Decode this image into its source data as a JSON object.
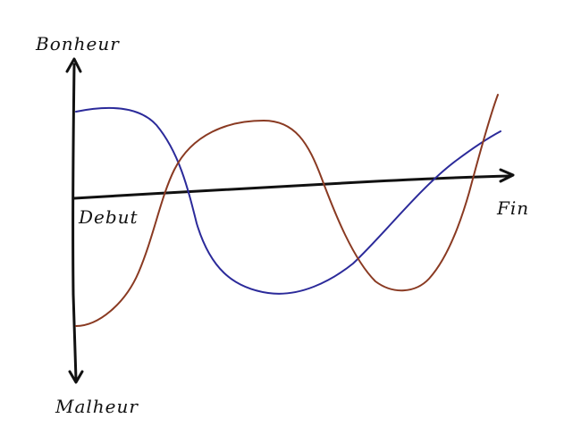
{
  "labels": {
    "top": "Bonheur",
    "bottom": "Malheur",
    "origin": "Debut",
    "end": "Fin"
  },
  "colors": {
    "axis": "#111111",
    "curve_blue": "#2b2a9a",
    "curve_brown": "#8a3a22"
  }
}
